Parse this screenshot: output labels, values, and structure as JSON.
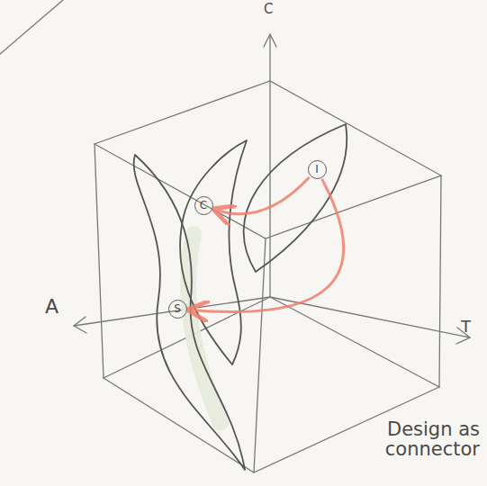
{
  "diagram": {
    "nodes": [
      {
        "text": [
          "I"
        ]
      },
      {
        "text": [
          "C"
        ]
      },
      {
        "text": [
          "S"
        ]
      }
    ],
    "edges": [
      {
        "from": 0,
        "to": 1,
        "arrow": "to"
      },
      {
        "from": 0,
        "to": 2,
        "arrow": "to"
      }
    ],
    "labels": [
      "C",
      "A",
      "T",
      "Design as connector"
    ]
  }
}
